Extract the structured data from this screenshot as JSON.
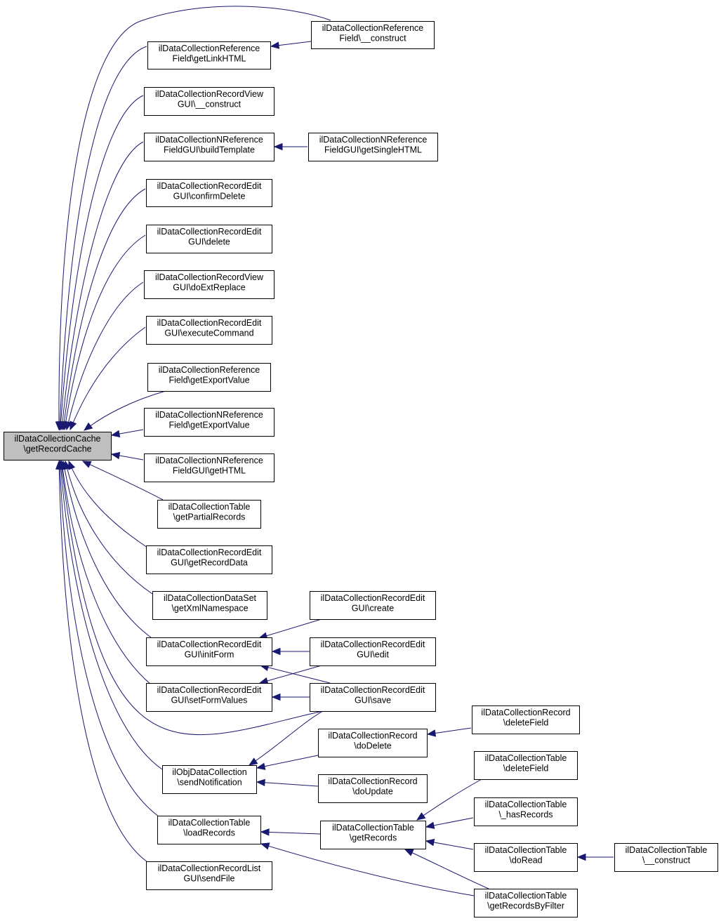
{
  "colors": {
    "edge": "#191970",
    "focus_fill": "#bfbfbf",
    "node_fill": "#ffffff",
    "border": "#000000"
  },
  "nodes": [
    {
      "id": "cache",
      "lines": [
        "ilDataCollectionCache",
        "\\getRecordCache"
      ],
      "focus": true
    },
    {
      "id": "refConstruct",
      "lines": [
        "ilDataCollectionReference",
        "Field\\__construct"
      ]
    },
    {
      "id": "refLink",
      "lines": [
        "ilDataCollectionReference",
        "Field\\getLinkHTML"
      ]
    },
    {
      "id": "viewConstruct",
      "lines": [
        "ilDataCollectionRecordView",
        "GUI\\__construct"
      ]
    },
    {
      "id": "nrefBuild",
      "lines": [
        "ilDataCollectionNReference",
        "FieldGUI\\buildTemplate"
      ]
    },
    {
      "id": "nrefSingle",
      "lines": [
        "ilDataCollectionNReference",
        "FieldGUI\\getSingleHTML"
      ]
    },
    {
      "id": "editConfirm",
      "lines": [
        "ilDataCollectionRecordEdit",
        "GUI\\confirmDelete"
      ]
    },
    {
      "id": "editDelete",
      "lines": [
        "ilDataCollectionRecordEdit",
        "GUI\\delete"
      ]
    },
    {
      "id": "viewExt",
      "lines": [
        "ilDataCollectionRecordView",
        "GUI\\doExtReplace"
      ]
    },
    {
      "id": "editExec",
      "lines": [
        "ilDataCollectionRecordEdit",
        "GUI\\executeCommand"
      ]
    },
    {
      "id": "refExport",
      "lines": [
        "ilDataCollectionReference",
        "Field\\getExportValue"
      ]
    },
    {
      "id": "nrefExport",
      "lines": [
        "ilDataCollectionNReference",
        "Field\\getExportValue"
      ]
    },
    {
      "id": "nrefHtml",
      "lines": [
        "ilDataCollectionNReference",
        "FieldGUI\\getHTML"
      ]
    },
    {
      "id": "tablePartial",
      "lines": [
        "ilDataCollectionTable",
        "\\getPartialRecords"
      ]
    },
    {
      "id": "editRecData",
      "lines": [
        "ilDataCollectionRecordEdit",
        "GUI\\getRecordData"
      ]
    },
    {
      "id": "dataSetXml",
      "lines": [
        "ilDataCollectionDataSet",
        "\\getXmlNamespace"
      ]
    },
    {
      "id": "editCreate",
      "lines": [
        "ilDataCollectionRecordEdit",
        "GUI\\create"
      ]
    },
    {
      "id": "editInitForm",
      "lines": [
        "ilDataCollectionRecordEdit",
        "GUI\\initForm"
      ]
    },
    {
      "id": "editEdit",
      "lines": [
        "ilDataCollectionRecordEdit",
        "GUI\\edit"
      ]
    },
    {
      "id": "editSetForm",
      "lines": [
        "ilDataCollectionRecordEdit",
        "GUI\\setFormValues"
      ]
    },
    {
      "id": "editSave",
      "lines": [
        "ilDataCollectionRecordEdit",
        "GUI\\save"
      ]
    },
    {
      "id": "recDeleteField",
      "lines": [
        "ilDataCollectionRecord",
        "\\deleteField"
      ]
    },
    {
      "id": "recDoDelete",
      "lines": [
        "ilDataCollectionRecord",
        "\\doDelete"
      ]
    },
    {
      "id": "objSend",
      "lines": [
        "ilObjDataCollection",
        "\\sendNotification"
      ]
    },
    {
      "id": "recDoUpdate",
      "lines": [
        "ilDataCollectionRecord",
        "\\doUpdate"
      ]
    },
    {
      "id": "tableDeleteField",
      "lines": [
        "ilDataCollectionTable",
        "\\deleteField"
      ]
    },
    {
      "id": "tableHasRecords",
      "lines": [
        "ilDataCollectionTable",
        "\\_hasRecords"
      ]
    },
    {
      "id": "tableLoad",
      "lines": [
        "ilDataCollectionTable",
        "\\loadRecords"
      ]
    },
    {
      "id": "tableGetRecords",
      "lines": [
        "ilDataCollectionTable",
        "\\getRecords"
      ]
    },
    {
      "id": "tableDoRead",
      "lines": [
        "ilDataCollectionTable",
        "\\doRead"
      ]
    },
    {
      "id": "tableConstruct",
      "lines": [
        "ilDataCollectionTable",
        "\\__construct"
      ]
    },
    {
      "id": "listSendFile",
      "lines": [
        "ilDataCollectionRecordList",
        "GUI\\sendFile"
      ]
    },
    {
      "id": "tableByFilter",
      "lines": [
        "ilDataCollectionTable",
        "\\getRecordsByFilter"
      ]
    }
  ],
  "edges": [
    {
      "from": "refConstruct",
      "to": "cache"
    },
    {
      "from": "refLink",
      "to": "cache"
    },
    {
      "from": "refConstruct",
      "to": "refLink"
    },
    {
      "from": "viewConstruct",
      "to": "cache"
    },
    {
      "from": "nrefBuild",
      "to": "cache"
    },
    {
      "from": "nrefSingle",
      "to": "nrefBuild"
    },
    {
      "from": "editConfirm",
      "to": "cache"
    },
    {
      "from": "editDelete",
      "to": "cache"
    },
    {
      "from": "viewExt",
      "to": "cache"
    },
    {
      "from": "editExec",
      "to": "cache"
    },
    {
      "from": "refExport",
      "to": "cache"
    },
    {
      "from": "nrefExport",
      "to": "cache"
    },
    {
      "from": "nrefHtml",
      "to": "cache"
    },
    {
      "from": "tablePartial",
      "to": "cache"
    },
    {
      "from": "editRecData",
      "to": "cache"
    },
    {
      "from": "dataSetXml",
      "to": "cache"
    },
    {
      "from": "editInitForm",
      "to": "cache"
    },
    {
      "from": "editSetForm",
      "to": "cache"
    },
    {
      "from": "editSave",
      "to": "cache"
    },
    {
      "from": "objSend",
      "to": "cache"
    },
    {
      "from": "tableLoad",
      "to": "cache"
    },
    {
      "from": "listSendFile",
      "to": "cache"
    },
    {
      "from": "editCreate",
      "to": "editInitForm"
    },
    {
      "from": "editEdit",
      "to": "editInitForm"
    },
    {
      "from": "editSave",
      "to": "editInitForm"
    },
    {
      "from": "editEdit",
      "to": "editSetForm"
    },
    {
      "from": "editSave",
      "to": "editSetForm"
    },
    {
      "from": "editSave",
      "to": "objSend"
    },
    {
      "from": "recDoDelete",
      "to": "objSend"
    },
    {
      "from": "recDoUpdate",
      "to": "objSend"
    },
    {
      "from": "recDeleteField",
      "to": "recDoDelete"
    },
    {
      "from": "tableGetRecords",
      "to": "tableLoad"
    },
    {
      "from": "tableByFilter",
      "to": "tableLoad"
    },
    {
      "from": "tableDeleteField",
      "to": "tableGetRecords"
    },
    {
      "from": "tableHasRecords",
      "to": "tableGetRecords"
    },
    {
      "from": "tableDoRead",
      "to": "tableGetRecords"
    },
    {
      "from": "tableByFilter",
      "to": "tableGetRecords"
    },
    {
      "from": "tableConstruct",
      "to": "tableDoRead"
    }
  ]
}
